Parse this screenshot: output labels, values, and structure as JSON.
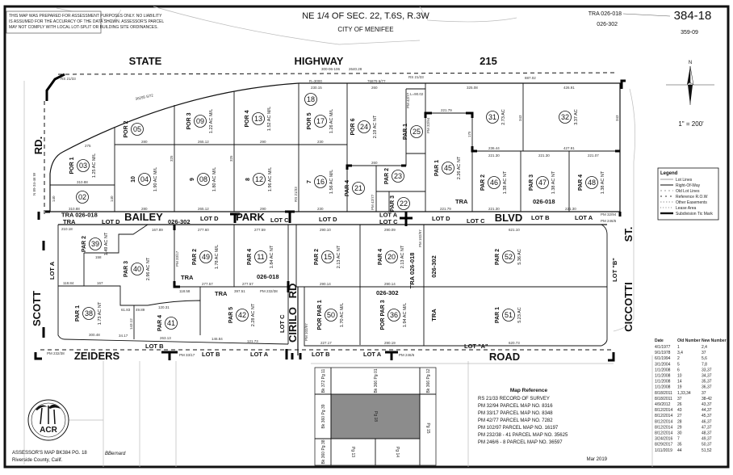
{
  "header": {
    "disclaimer": [
      "THIS MAP WAS PREPARED FOR ASSESSMENT PURPOSES ONLY.  NO LIABILITY",
      "IS ASSUMED FOR THE ACCURACY OF THE DATA SHOWN. ASSESSOR'S PARCEL",
      "MAY NOT COMPLY WITH LOCAL LOT-SPLIT OR BUILDING SITE ORDINANCES."
    ],
    "section": "NE 1/4 OF SEC. 22, T.6S, R.3W",
    "city": "CITY OF MENIFEE",
    "tra": [
      "TRA 026-018",
      "026-302"
    ],
    "map_number": "384-18",
    "sub_number": "359-09"
  },
  "streets": {
    "state": "STATE",
    "highway": "HIGHWAY",
    "route": "215",
    "rd_left": "RD.",
    "bailey": "BAILEY",
    "park": "PARK",
    "blvd": "BLVD",
    "scott": "SCOTT",
    "zeiders": "ZEIDERS",
    "road": "ROAD",
    "cirilo": "CIRILO",
    "cirilo_rd": "RD",
    "ciccotti": "CICCOTTI",
    "st": "ST."
  },
  "lots": {
    "lot_a": "LOT A",
    "lot_b": "LOT B",
    "lot_c": "LOT C",
    "lot_d": "LOT D",
    "lot_a_quoted": "LOT \"A\"",
    "lot_b_quoted": "LOT \"B\"",
    "tra": "TRA",
    "tra_026_018": "TRA 026-018",
    "code_026_302": "026-302",
    "code_026_018": "026-018"
  },
  "refs": {
    "rs_21_33": "RS 21/33",
    "pm_42_77": "PM 42/77",
    "pm_32_94": "PM 32/94",
    "pm_246_6": "PM 246/6",
    "pm_33_17": "PM 33/17",
    "pm_232_38": "PM 232/38",
    "pm_102_97": "PM 102/97",
    "r3000": "R=3000",
    "doc_300": "300-06-106",
    "doc_2640": "2640.28",
    "doc_36295": "36295 5/72",
    "doc_76879": "76879 6/77",
    "bearing": "N 89-34-46 W",
    "l90": "L=90.02"
  },
  "dims": {
    "d325_08": "325.08",
    "d426_91": "426.91",
    "d887_02": "887.02",
    "d221_79": "221.79",
    "d236_44": "236.44",
    "d427_91": "427.91",
    "d221_30": "221.30",
    "d221_07": "221.07",
    "d310_88": "310.88",
    "d280": "280",
    "d265_12": "265.12",
    "d290": "290",
    "d230": "230",
    "d260": "260",
    "d230_15": "230.15",
    "d275": "275",
    "d140": "140",
    "d325": "325",
    "d343": "343",
    "d175": "175",
    "d210_18": "210.18",
    "d167_89": "167.89",
    "d277_60": "277.60",
    "d277_59": "277.59",
    "d290_10": "290.10",
    "d290_09": "290.09",
    "d621_10": "621.10",
    "d118_84": "118.84",
    "d158": "158",
    "d167": "167",
    "d277_57": "277.57",
    "d397_51": "397.51",
    "d118_58": "118.58",
    "d300_48": "300.48",
    "d34_17": "34.17",
    "d263_13": "263.13",
    "d146_84": "146.84",
    "d121_73": "121.73",
    "d290_14": "290.14",
    "d227_17": "227.17",
    "d290_19": "290.19",
    "d620_73": "620.73",
    "d120_31": "120.31",
    "d61_83": "61.83",
    "d49_89": "49.89",
    "d143_12": "143.12"
  },
  "parcels": [
    {
      "num": "02",
      "desig": "",
      "acre": ""
    },
    {
      "num": "03",
      "desig": "POR 1",
      "acre": "1.25 AC M/L"
    },
    {
      "num": "04",
      "desig": "10",
      "acre": "1.90 AC M/L"
    },
    {
      "num": "05",
      "desig": "POR 2",
      "acre": ""
    },
    {
      "num": "08",
      "desig": "9",
      "acre": "1.80 AC M/L"
    },
    {
      "num": "09",
      "desig": "POR 3",
      "acre": "1.22 AC M/L"
    },
    {
      "num": "12",
      "desig": "8",
      "acre": "1.96 AC M/L"
    },
    {
      "num": "13",
      "desig": "POR 4",
      "acre": "1.52 AC M/L"
    },
    {
      "num": "18",
      "desig": "",
      "acre": ""
    },
    {
      "num": "17",
      "desig": "POR 5",
      "acre": "1.26 AC M/L"
    },
    {
      "num": "16",
      "desig": "7",
      "acre": "1.56 AC M/L"
    },
    {
      "num": "24",
      "desig": "POR 6",
      "acre": "2.19 AC NT"
    },
    {
      "num": "25",
      "desig": "PAR 1",
      "acre": ""
    },
    {
      "num": "21",
      "desig": "PAR 4",
      "acre": ""
    },
    {
      "num": "23",
      "desig": "PAR 2",
      "acre": ""
    },
    {
      "num": "22",
      "desig": "PAR 3",
      "acre": ""
    },
    {
      "num": "45",
      "desig": "PAR 1",
      "acre": "2.26 AC NT"
    },
    {
      "num": "31",
      "desig": "",
      "acre": "2.73 AC"
    },
    {
      "num": "32",
      "desig": "",
      "acre": "3.37 AC"
    },
    {
      "num": "46",
      "desig": "PAR 2",
      "acre": "1.38 AC NT"
    },
    {
      "num": "47",
      "desig": "PAR 3",
      "acre": "1.38 AC NT"
    },
    {
      "num": "48",
      "desig": "PAR 4",
      "acre": "1.38 AC NT"
    },
    {
      "num": "39",
      "desig": "PAR 2",
      "acre": "1.49 AC NT"
    },
    {
      "num": "40",
      "desig": "PAR 3",
      "acre": "2.96 AC NT"
    },
    {
      "num": "38",
      "desig": "PAR 1",
      "acre": "1.73 AC NT"
    },
    {
      "num": "41",
      "desig": "PAR 4",
      "acre": ""
    },
    {
      "num": "49",
      "desig": "PAR 2",
      "acre": "1.78 AC M/L"
    },
    {
      "num": "11",
      "desig": "PAR 4",
      "acre": "1.84 AC NT"
    },
    {
      "num": "42",
      "desig": "PAR 5",
      "acre": "2.28 AC NT"
    },
    {
      "num": "15",
      "desig": "PAR 2",
      "acre": "2.13 AC NT"
    },
    {
      "num": "20",
      "desig": "PAR 4",
      "acre": "2.13 AC NT"
    },
    {
      "num": "50",
      "desig": "POR PAR 1",
      "acre": "1.70 AC M/L"
    },
    {
      "num": "36",
      "desig": "POR PAR 3",
      "acre": "1.94 AC M/L"
    },
    {
      "num": "52",
      "desig": "PAR 2",
      "acre": "5.36 AC"
    },
    {
      "num": "51",
      "desig": "PAR 1",
      "acre": "5.23 AC"
    }
  ],
  "north_arrow": {
    "icon": "north-arrow-icon",
    "n": "N",
    "scale": "1\" = 200'"
  },
  "legend": {
    "title": "Legend",
    "items": [
      "Lot Lines",
      "Right-Of-Way",
      "Old Lot Lines",
      "Reference R.O.W",
      "Other Easements",
      "Lease Area",
      "Subdivision Tic Mark"
    ]
  },
  "history": {
    "headers": [
      "Date",
      "Old Number",
      "New Number"
    ],
    "rows": [
      [
        "4/1/1977",
        "1",
        "2,4"
      ],
      [
        "9/1/1978",
        "3,4",
        "37"
      ],
      [
        "6/1/1994",
        "2",
        "5,6"
      ],
      [
        "3/1/2004",
        "5",
        "7,8"
      ],
      [
        "1/1/2008",
        "6",
        "33,37"
      ],
      [
        "1/1/2008",
        "10",
        "34,37"
      ],
      [
        "1/1/2008",
        "14",
        "35,37"
      ],
      [
        "1/1/2008",
        "19",
        "36,37"
      ],
      [
        "8/18/2011",
        "1,33,34",
        "37"
      ],
      [
        "8/18/2011",
        "37",
        "38-42"
      ],
      [
        "4/9/2012",
        "26",
        "43,37"
      ],
      [
        "8/12/2014",
        "43",
        "44,37"
      ],
      [
        "8/12/2014",
        "27",
        "45,37"
      ],
      [
        "8/12/2014",
        "28",
        "46,37"
      ],
      [
        "8/12/2014",
        "29",
        "47,37"
      ],
      [
        "8/12/2014",
        "30",
        "48,37"
      ],
      [
        "3/24/2016",
        "7",
        "49,37"
      ],
      [
        "8/29/2017",
        "35",
        "50,37"
      ],
      [
        "1/11/2019",
        "44",
        "51,52"
      ]
    ]
  },
  "map_reference": {
    "title": "Map Reference",
    "rows": [
      "RS  21/33    RECORD OF SURVEY",
      "PM  32/94    PARCEL MAP NO. 8316",
      "PM  33/17    PARCEL MAP NO. 8348",
      "PM  42/77    PARCEL MAP NO. 7282",
      "PM  102/97    PARCEL MAP NO. 16197",
      "PM  232/38 - 41   PARCEL MAP NO. 35625",
      "PM  246/6 - 8  PARCEL MAP NO. 36597"
    ],
    "date": "Mar 2019"
  },
  "index": {
    "bk372": "Bk 372 Pg 11",
    "bk366_01": "Bk 366 Pg 01",
    "bk366_12": "Bk 366 Pg 12",
    "bk360_39": "Bk 360 Pg 39",
    "bk360_38": "Bk 360 Pg 38",
    "pg18": "Pg 18",
    "pg13": "Pg 13",
    "pg14": "Pg 14",
    "pg15": "Pg 15"
  },
  "footer": {
    "seal_text": "ACR",
    "assessor": "ASSESSOR'S MAP BK384 PG. 18",
    "county": "Riverside County, Calif.",
    "signature": "BBernard"
  },
  "colors": {
    "frame": "#111111",
    "index_highlight": "#8c8c8c"
  }
}
